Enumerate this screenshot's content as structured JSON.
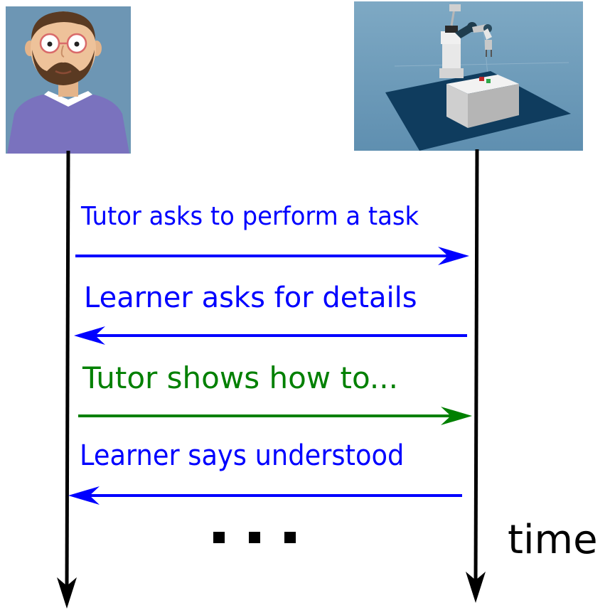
{
  "participants": {
    "tutor": {
      "icon": "tutor-avatar-icon"
    },
    "learner": {
      "icon": "robot-arm-scene-icon"
    }
  },
  "messages": [
    {
      "text": "Tutor asks to perform a task",
      "direction": "tutor-to-learner",
      "color": "#0000ff"
    },
    {
      "text": "Learner asks for details",
      "direction": "learner-to-tutor",
      "color": "#0000ff"
    },
    {
      "text": "Tutor shows how to...",
      "direction": "tutor-to-learner",
      "color": "#008000"
    },
    {
      "text": "Learner says understood",
      "direction": "learner-to-tutor",
      "color": "#0000ff"
    }
  ],
  "continuation": "...",
  "time_label": "time",
  "colors": {
    "lifeline": "#000000",
    "tutor_bg": "#6f97b5",
    "robot_bg": "#6e9ab8"
  }
}
